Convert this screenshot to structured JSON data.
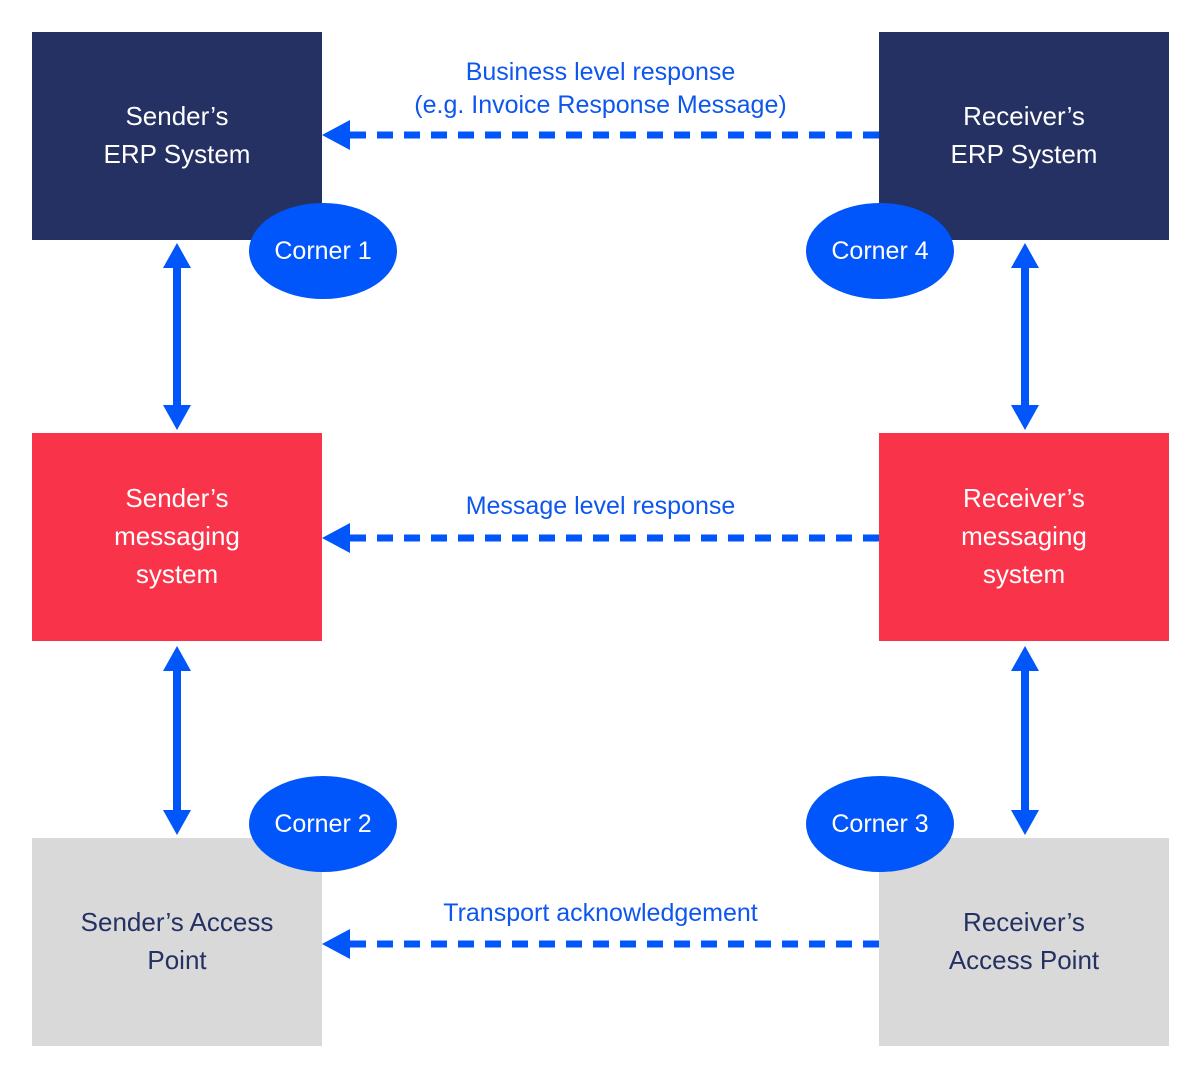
{
  "diagram": {
    "description": "Four-corner model diagram",
    "colors": {
      "erp_box": "#243162",
      "messaging_box": "#F93349",
      "access_point_box": "#D9D9D9",
      "corner_badge": "#0056FA",
      "arrow_blue": "#0056FA",
      "label_text_blue": "#0E57EE",
      "background": "#FFFFFF"
    }
  },
  "boxes": {
    "sender_erp": {
      "label": "Sender’s\nERP System"
    },
    "receiver_erp": {
      "label": "Receiver’s\nERP System"
    },
    "sender_messaging": {
      "label": "Sender’s\nmessaging\nsystem"
    },
    "receiver_messaging": {
      "label": "Receiver’s\nmessaging\nsystem"
    },
    "sender_access_point": {
      "label": "Sender’s Access\nPoint"
    },
    "receiver_access_point": {
      "label": "Receiver’s\nAccess Point"
    }
  },
  "corners": {
    "corner1": {
      "label": "Corner 1"
    },
    "corner2": {
      "label": "Corner 2"
    },
    "corner3": {
      "label": "Corner 3"
    },
    "corner4": {
      "label": "Corner 4"
    }
  },
  "connections": [
    {
      "from": "receiver_erp",
      "to": "sender_erp",
      "style": "dashed",
      "direction": "left",
      "label": "Business level response\n(e.g. Invoice Response Message)"
    },
    {
      "from": "receiver_messaging",
      "to": "sender_messaging",
      "style": "dashed",
      "direction": "left",
      "label": "Message level response"
    },
    {
      "from": "receiver_access_point",
      "to": "sender_access_point",
      "style": "dashed",
      "direction": "left",
      "label": "Transport acknowledgement"
    },
    {
      "from": "sender_erp",
      "to": "sender_messaging",
      "style": "solid",
      "direction": "both",
      "label": ""
    },
    {
      "from": "sender_messaging",
      "to": "sender_access_point",
      "style": "solid",
      "direction": "both",
      "label": ""
    },
    {
      "from": "receiver_erp",
      "to": "receiver_messaging",
      "style": "solid",
      "direction": "both",
      "label": ""
    },
    {
      "from": "receiver_messaging",
      "to": "receiver_access_point",
      "style": "solid",
      "direction": "both",
      "label": ""
    }
  ]
}
